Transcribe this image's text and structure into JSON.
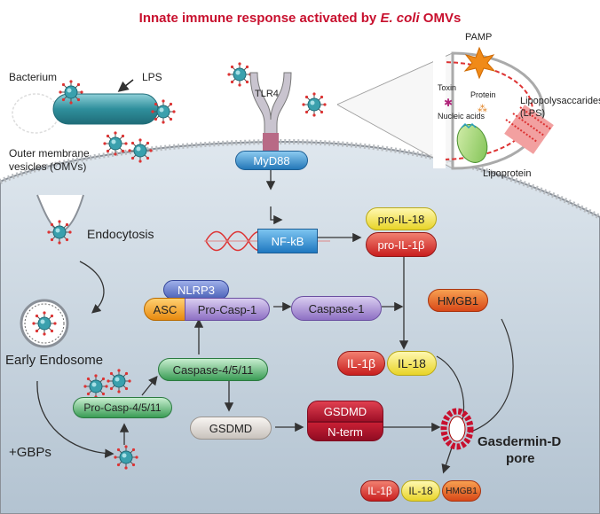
{
  "title": {
    "text": "Innate immune response activated by ",
    "species": "E. coli",
    "suffix": " OMVs"
  },
  "labels": {
    "bacterium": "Bacterium",
    "lps": "LPS",
    "omv_line1": "Outer membrane",
    "omv_line2": "vesicles (OMVs)",
    "endocytosis": "Endocytosis",
    "early_endosome": "Early Endosome",
    "gbps": "+GBPs",
    "gasdermin_line1": "Gasdermin-D",
    "gasdermin_line2": "pore",
    "tlr4": "TLR4",
    "pamp": "PAMP",
    "toxin": "Toxin",
    "protein": "Protein",
    "nucleic_acids": "Nucleic acids",
    "lps_long_line1": "Lipopolysaccarides",
    "lps_long_line2": "(LPS)",
    "lipoprotein": "Lipoprotein"
  },
  "nodes": {
    "myd88": "MyD88",
    "nfkb": "NF-kB",
    "pro_il18": "pro-IL-18",
    "pro_il1b": "pro-IL-1β",
    "nlrp3": "NLRP3",
    "asc": "ASC",
    "pro_casp1": "Pro-Casp-1",
    "caspase1": "Caspase-1",
    "hmgb1": "HMGB1",
    "il1b": "IL-1β",
    "il18": "IL-18",
    "caspase4511": "Caspase-4/5/11",
    "pro_casp4511": "Pro-Casp-4/5/11",
    "gsdmd": "GSDMD",
    "gsdmd_nterm_line1": "GSDMD",
    "gsdmd_nterm_line2": "N-term",
    "out_il1b": "IL-1β",
    "out_il18": "IL-18",
    "out_hmgb1": "HMGB1"
  },
  "colors": {
    "title": "#c8102e",
    "cell": "#c9d5df",
    "membrane": "#9aa0a6",
    "myd88": "#2f88c8",
    "nfkb": "#2f8fd0",
    "yellow": "#f2e14a",
    "red": "#d9312b",
    "purple": "#8a6cc0",
    "orange": "#f0a020",
    "green": "#3aa35a",
    "gsdmd_dark": "#c41e3a",
    "grey": "#d0ccc8"
  }
}
